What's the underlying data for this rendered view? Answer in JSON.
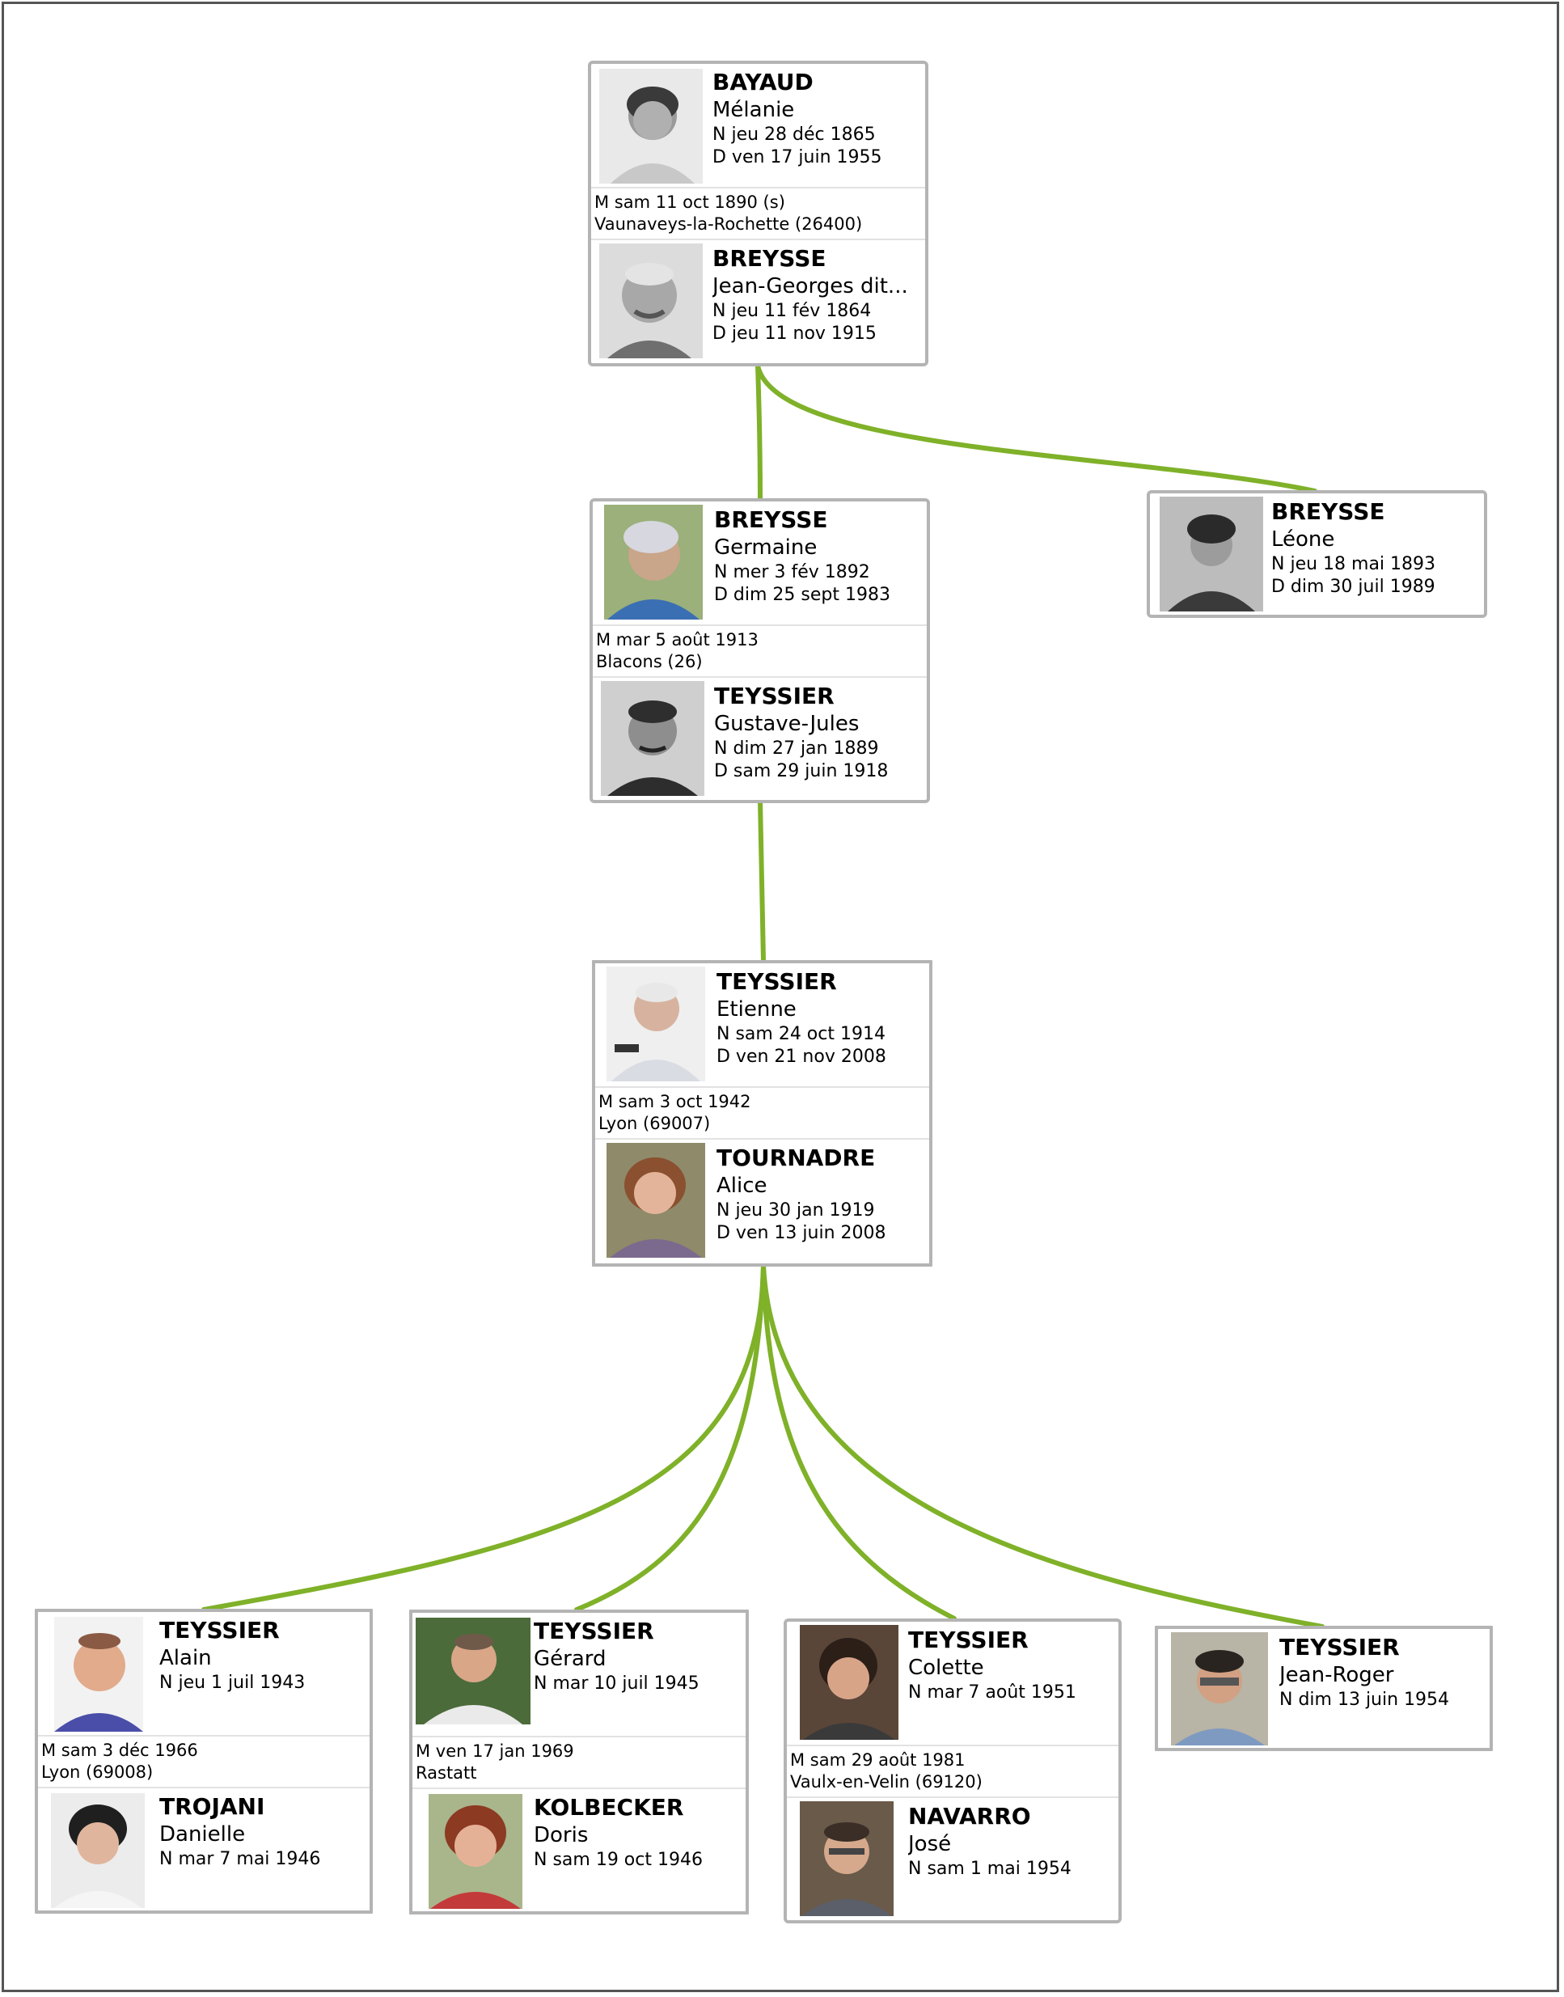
{
  "colors": {
    "link": "#7fb129",
    "card_border": "#b4b4b4",
    "frame": "#555555"
  },
  "families": [
    {
      "id": "g1",
      "partner1": {
        "surname": "BAYAUD",
        "given": "Mélanie",
        "birth": "N jeu 28 déc 1865",
        "death": "D ven 17 juin 1955",
        "photo": "portrait-photo"
      },
      "marriage": {
        "date": "M sam 11 oct 1890 (s)",
        "place": "Vaunaveys-la-Rochette (26400)"
      },
      "partner2": {
        "surname": "BREYSSE",
        "given": "Jean-Georges dit...",
        "birth": "N jeu 11 fév 1864",
        "death": "D jeu 11 nov 1915",
        "photo": "portrait-photo"
      }
    },
    {
      "id": "g2",
      "partner1": {
        "surname": "BREYSSE",
        "given": "Germaine",
        "birth": "N mer 3 fév 1892",
        "death": "D dim 25 sept 1983",
        "photo": "portrait-photo"
      },
      "marriage": {
        "date": "M mar 5 août 1913",
        "place": "Blacons (26)"
      },
      "partner2": {
        "surname": "TEYSSIER",
        "given": "Gustave-Jules",
        "birth": "N dim 27 jan 1889",
        "death": "D sam 29 juin 1918",
        "photo": "portrait-photo"
      }
    },
    {
      "id": "g2b",
      "partner1": {
        "surname": "BREYSSE",
        "given": "Léone",
        "birth": "N jeu 18 mai 1893",
        "death": "D dim 30 juil 1989",
        "photo": "portrait-photo"
      }
    },
    {
      "id": "g3",
      "partner1": {
        "surname": "TEYSSIER",
        "given": "Etienne",
        "birth": "N sam 24 oct 1914",
        "death": "D ven 21 nov 2008",
        "photo": "portrait-photo"
      },
      "marriage": {
        "date": "M sam 3 oct 1942",
        "place": "Lyon (69007)"
      },
      "partner2": {
        "surname": "TOURNADRE",
        "given": "Alice",
        "birth": "N jeu 30 jan 1919",
        "death": "D ven 13 juin 2008",
        "photo": "portrait-photo"
      }
    },
    {
      "id": "g4a",
      "partner1": {
        "surname": "TEYSSIER",
        "given": "Alain",
        "birth": "N jeu 1 juil 1943",
        "death": "",
        "photo": "portrait-photo"
      },
      "marriage": {
        "date": "M sam 3 déc 1966",
        "place": "Lyon (69008)"
      },
      "partner2": {
        "surname": "TROJANI",
        "given": "Danielle",
        "birth": "N mar 7 mai 1946",
        "death": "",
        "photo": "portrait-photo"
      }
    },
    {
      "id": "g4b",
      "partner1": {
        "surname": "TEYSSIER",
        "given": "Gérard",
        "birth": "N mar 10 juil 1945",
        "death": "",
        "photo": "portrait-photo"
      },
      "marriage": {
        "date": "M ven 17 jan 1969",
        "place": "Rastatt"
      },
      "partner2": {
        "surname": "KOLBECKER",
        "given": "Doris",
        "birth": "N sam 19 oct 1946",
        "death": "",
        "photo": "portrait-photo"
      }
    },
    {
      "id": "g4c",
      "partner1": {
        "surname": "TEYSSIER",
        "given": "Colette",
        "birth": "N mar 7 août 1951",
        "death": "",
        "photo": "portrait-photo"
      },
      "marriage": {
        "date": "M sam 29 août 1981",
        "place": "Vaulx-en-Velin (69120)"
      },
      "partner2": {
        "surname": "NAVARRO",
        "given": "José",
        "birth": "N sam 1 mai 1954",
        "death": "",
        "photo": "portrait-photo"
      }
    },
    {
      "id": "g4d",
      "partner1": {
        "surname": "TEYSSIER",
        "given": "Jean-Roger",
        "birth": "N dim 13 juin 1954",
        "death": "",
        "photo": "portrait-photo"
      }
    }
  ]
}
